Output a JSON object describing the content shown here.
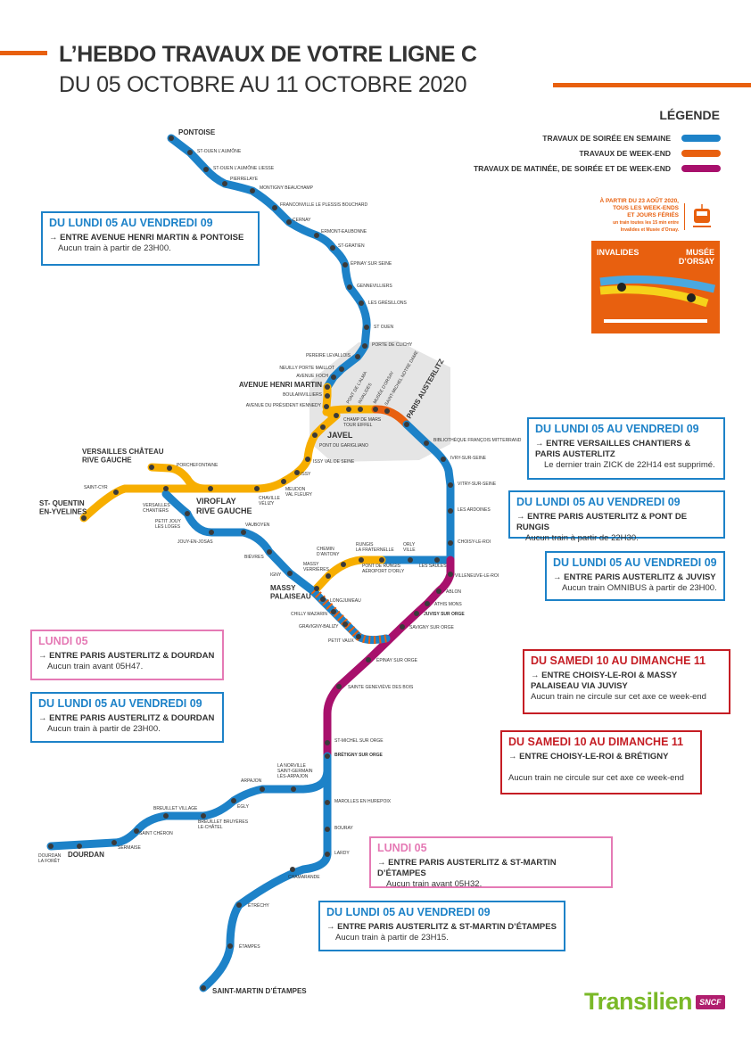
{
  "header": {
    "title": "L’HEBDO TRAVAUX DE VOTRE LIGNE C",
    "subtitle": "DU 05 OCTOBRE AU 11 OCTOBRE 2020"
  },
  "colors": {
    "accent": "#e8600f",
    "blue": "#1d82c8",
    "orange": "#e8600f",
    "yellow": "#f7ae00",
    "magenta": "#a8106c",
    "gray": "#e5e5e5",
    "station": "#3a3a3a"
  },
  "legend": {
    "title": "LÉGENDE",
    "items": [
      {
        "label": "TRAVAUX DE SOIRÉE EN SEMAINE",
        "color": "#1d82c8"
      },
      {
        "label": "TRAVAUX DE WEEK-END",
        "color": "#e8600f"
      },
      {
        "label": "TRAVAUX DE MATINÉE, DE SOIRÉE ET DE WEEK-END",
        "color": "#a8106c"
      }
    ]
  },
  "promo": {
    "lines": [
      "À PARTIR DU 23 AOÛT 2020,",
      "TOUS LES WEEK-ENDS",
      "ET JOURS FÉRIÉS",
      "un train toutes les 15 min entre",
      "Invalides et Musée d’Orsay."
    ],
    "left_station": "INVALIDES",
    "right_station": "MUSÉE D’ORSAY",
    "train_icon": "train-icon"
  },
  "notices": [
    {
      "period": "DU LUNDI 05 AU VENDREDI 09",
      "route": "→ ENTRE AVENUE HENRI MARTIN & PONTOISE",
      "note": "Aucun train à partir de 23H00."
    },
    {
      "period": "DU LUNDI 05 AU VENDREDI 09",
      "route": "→ ENTRE VERSAILLES CHANTIERS & PARIS AUSTERLITZ",
      "note": "Le dernier train ZICK de 22H14 est supprimé."
    },
    {
      "period": "DU LUNDI 05 AU VENDREDI 09",
      "route": "→ ENTRE PARIS AUSTERLITZ & PONT DE RUNGIS",
      "note": "Aucun train à partir de 22H30."
    },
    {
      "period": "DU LUNDI 05 AU VENDREDI 09",
      "route": "→ ENTRE PARIS AUSTERLITZ & JUVISY",
      "note": "Aucun train OMNIBUS à partir de 23H00."
    },
    {
      "period": "LUNDI 05",
      "route": "→ ENTRE PARIS AUSTERLITZ & DOURDAN",
      "note": "Aucun train avant 05H47."
    },
    {
      "period": "DU LUNDI 05 AU VENDREDI 09",
      "route": "→ ENTRE PARIS AUSTERLITZ & DOURDAN",
      "note": "Aucun train à partir de 23H00."
    },
    {
      "period": "DU SAMEDI 10 AU DIMANCHE 11",
      "route": "→ ENTRE CHOISY-LE-ROI & MASSY PALAISEAU VIA JUVISY",
      "note": "Aucun train ne circule sur cet axe ce week-end"
    },
    {
      "period": "DU SAMEDI 10 AU DIMANCHE 11",
      "route": "→ ENTRE CHOISY-LE-ROI & BRÉTIGNY",
      "note": "Aucun train ne circule sur cet axe ce week-end"
    },
    {
      "period": "LUNDI 05",
      "route": "→ ENTRE PARIS AUSTERLITZ & ST-MARTIN D’ÉTAMPES",
      "note": "Aucun train avant 05H32."
    },
    {
      "period": "DU LUNDI 05 AU VENDREDI 09",
      "route": "→ ENTRE PARIS AUSTERLITZ & ST-MARTIN D’ÉTAMPES",
      "note": "Aucun train à partir de 23H15."
    }
  ],
  "stations": [
    "PONTOISE",
    "ST-OUEN L’AUMÔNE",
    "ST-OUEN L’AUMÔNE LIESSE",
    "PIERRELAYE",
    "MONTIGNY BEAUCHAMP",
    "FRANCONVILLE LE PLESSIS BOUCHARD",
    "CERNAY",
    "ERMONT-EAUBONNE",
    "ST-GRATIEN",
    "ÉPINAY SUR SEINE",
    "GENNEVILLIERS",
    "LES GRÉSILLONS",
    "ST OUEN",
    "PORTE DE CLICHY",
    "PEREIRE LEVALLOIS",
    "NEUILLY PORTE MAILLOT",
    "AVENUE FOCH",
    "AVENUE HENRI MARTIN",
    "BOULAINVILLIERS",
    "AVENUE DU PRÉSIDENT KENNEDY",
    "CHAMP DE MARS\nTOUR EIFFEL",
    "PONT DE L’ALMA",
    "INVALIDES",
    "MUSÉE D’ORSAY",
    "SAINT-MICHEL NOTRE DAME",
    "PARIS AUSTERLITZ",
    "BIBLIOTHÈQUE FRANÇOIS MITTERRAND",
    "IVRY-SUR-SEINE",
    "VITRY-SUR-SEINE",
    "LES ARDOINES",
    "CHOISY-LE-ROI",
    "LES SAULES",
    "ORLY\nVILLE",
    "PONT DE RUNGIS\nAÉROPORT D’ORLY",
    "RUNGIS\nLA FRATERNELLE",
    "CHEMIN\nD’ANTONY",
    "MASSY\nVERRIÈRES",
    "MASSY\nPALAISEAU",
    "VILLENEUVE-LE-ROI",
    "ABLON",
    "ATHIS MONS",
    "JUVISY SUR ORGE",
    "SAVIGNY SUR ORGE",
    "ÉPINAY SUR ORGE",
    "SAINTE GENEVIÈVE DES BOIS",
    "ST-MICHEL SUR ORGE",
    "BRÉTIGNY SUR ORGE",
    "MAROLLES EN HUREPOIX",
    "BOURAY",
    "LARDY",
    "CHAMARANDE",
    "ÉTRÉCHY",
    "ÉTAMPES",
    "SAINT-MARTIN D’ÉTAMPES",
    "LA NORVILLE\nSAINT-GERMAIN\nLÈS-ARPAJON",
    "ARPAJON",
    "ÉGLY",
    "BREUILLET BRUYÈRES\nLE-CHÂTEL",
    "BREUILLET VILLAGE",
    "SAINT CHÉRON",
    "SERMAISE",
    "DOURDAN",
    "DOURDAN\nLA FORÊT",
    "JAVEL",
    "PONT DU GARIGLIANO",
    "ISSY VAL DE SEINE",
    "ISSY",
    "MEUDON\nVAL FLEURY",
    "CHAVILLE\nVÉLIZY",
    "VIROFLAY\nRIVE GAUCHE",
    "VERSAILLES\nCHANTIERS",
    "SAINT-CYR",
    "ST- QUENTIN\nEN-YVELINES",
    "VERSAILLES CHÂTEAU\nRIVE GAUCHE",
    "PORCHEFONTAINE",
    "PETIT JOUY\nLES LOGES",
    "JOUY-EN-JOSAS",
    "VAUBOYEN",
    "BIÈVRES",
    "IGNY",
    "LONGJUMEAU",
    "CHILLY MAZARIN",
    "GRAVIGNY-BALIZY",
    "PETIT VAUX"
  ],
  "logo": {
    "brand": "Transilien",
    "operator": "SNCF"
  }
}
